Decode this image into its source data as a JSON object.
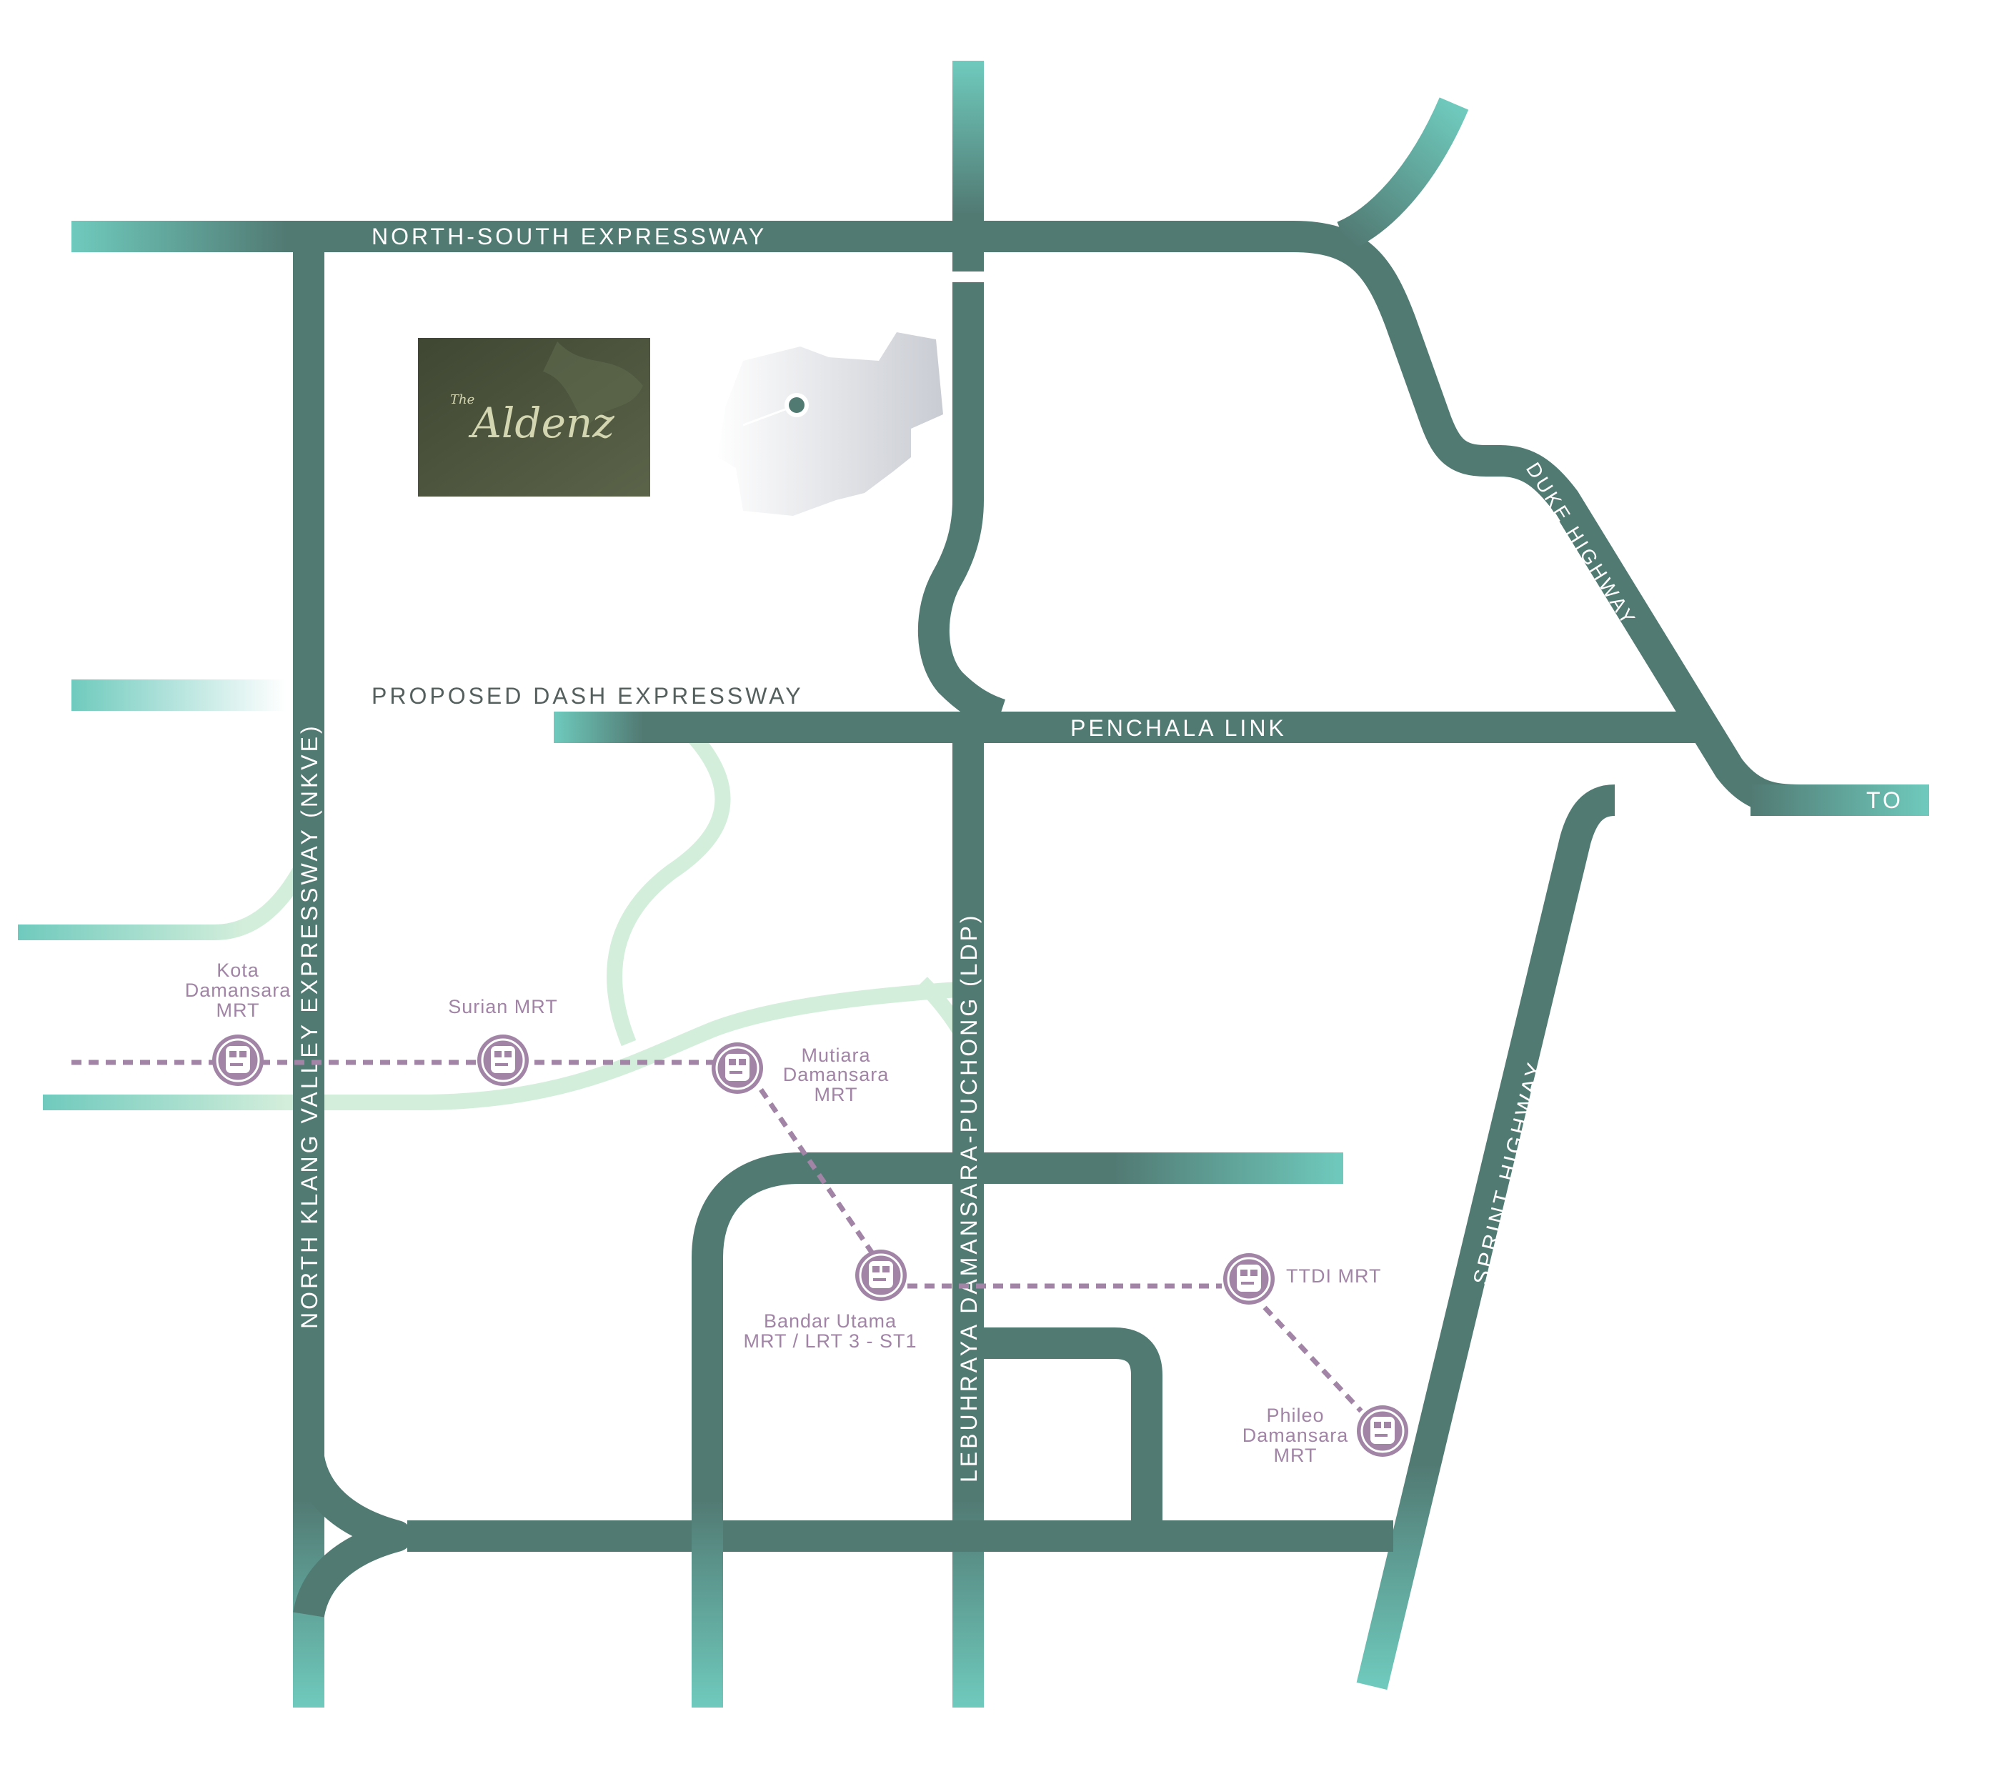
{
  "colors": {
    "road": "#517a73",
    "road_fade": "#6fcabd",
    "proposed": "#d3eedb",
    "station": "#a184a6",
    "dash_label": "#55605e",
    "logo_bg": "#4c5440",
    "logo_text": "#d3d6b0"
  },
  "roads": {
    "north_south": "NORTH-SOUTH EXPRESSWAY",
    "nkve": "NORTH KLANG VALLEY EXPRESSWAY (NKVE)",
    "dash": "PROPOSED DASH EXPRESSWAY",
    "penchala": "PENCHALA LINK",
    "ldp": "LEBUHRAYA DAMANSARA-PUCHONG (LDP)",
    "duke": "DUKE HIGHWAY",
    "sprint": "SPRINT HIGHWAY",
    "to": "TO"
  },
  "logo": {
    "small": "The",
    "brand": "Aldenz"
  },
  "stations": {
    "kota": [
      "Kota",
      "Damansara",
      "MRT"
    ],
    "surian": [
      "Surian MRT"
    ],
    "mutiara": [
      "Mutiara",
      "Damansara",
      "MRT"
    ],
    "bandar": [
      "Bandar Utama",
      "MRT / LRT 3 - ST1"
    ],
    "ttdi": [
      "TTDI MRT"
    ],
    "phileo": [
      "Phileo",
      "Damansara",
      "MRT"
    ]
  },
  "icons": {
    "station": "train-icon",
    "location": "location-pin-icon"
  }
}
